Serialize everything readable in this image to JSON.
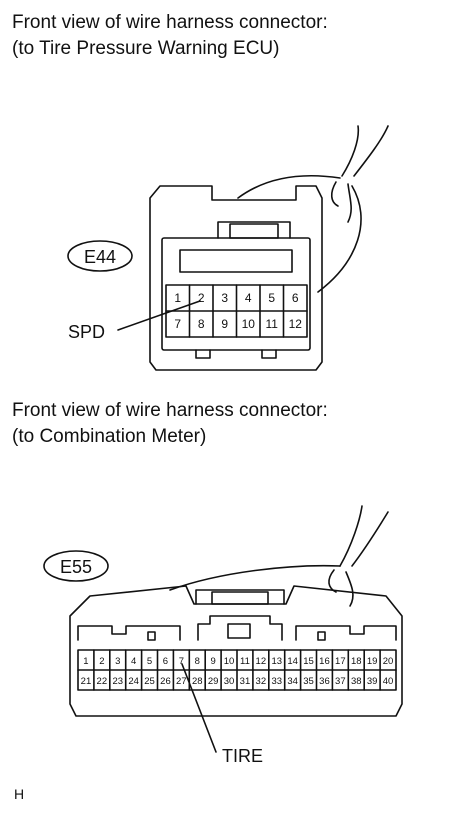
{
  "connector_1": {
    "caption_line1": "Front view of wire harness connector:",
    "caption_line2": "(to Tire Pressure Warning ECU)",
    "code": "E44",
    "pins_row1": [
      "1",
      "2",
      "3",
      "4",
      "5",
      "6"
    ],
    "pins_row2": [
      "7",
      "8",
      "9",
      "10",
      "11",
      "12"
    ],
    "callout": "SPD"
  },
  "connector_2": {
    "caption_line1": "Front view of wire harness connector:",
    "caption_line2": "(to Combination Meter)",
    "code": "E55",
    "pins_row1": [
      "1",
      "2",
      "3",
      "4",
      "5",
      "6",
      "7",
      "8",
      "9",
      "10",
      "11",
      "12",
      "13",
      "14",
      "15",
      "16",
      "17",
      "18",
      "19",
      "20"
    ],
    "pins_row2": [
      "21",
      "22",
      "23",
      "24",
      "25",
      "26",
      "27",
      "28",
      "29",
      "30",
      "31",
      "32",
      "33",
      "34",
      "35",
      "36",
      "37",
      "38",
      "39",
      "40"
    ],
    "callout": "TIRE"
  },
  "footer": "H"
}
